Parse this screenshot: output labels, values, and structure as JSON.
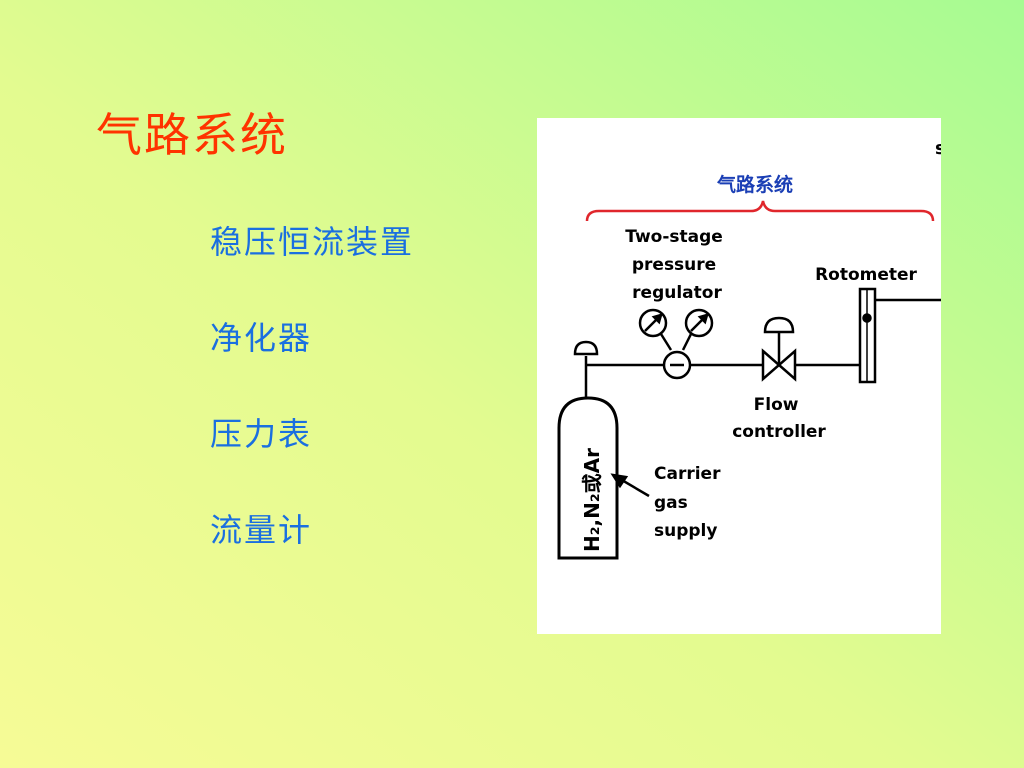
{
  "slide": {
    "title": "气路系统",
    "bullets": [
      "稳压恒流装置",
      "净化器",
      "压力表",
      "流量计"
    ]
  },
  "diagram": {
    "header": "气路系统",
    "regulator_label": [
      "Two-stage",
      "pressure",
      "regulator"
    ],
    "rotometer_label": "Rotometer",
    "flow_label": [
      "Flow",
      "controller"
    ],
    "carrier_label": [
      "Carrier",
      "gas",
      "supply"
    ],
    "cylinder_text": "H₂,N₂或Ar",
    "edge_fragment": "s",
    "colors": {
      "header": "#1b3fb5",
      "brace": "#e0262c"
    }
  }
}
